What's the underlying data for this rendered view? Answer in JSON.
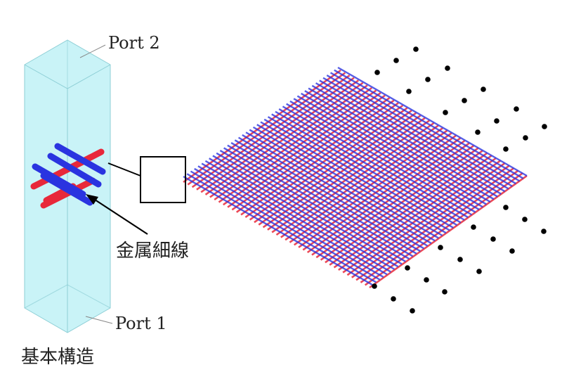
{
  "labels": {
    "port2": "Port 2",
    "port1": "Port 1",
    "wire": "金属細線",
    "basic": "基本構造"
  },
  "colors": {
    "box_fill": "#c9f3f7",
    "box_edge": "#8ecfd6",
    "wire_red": "#e8283a",
    "wire_blue": "#2a34e0",
    "dot": "#000000"
  }
}
